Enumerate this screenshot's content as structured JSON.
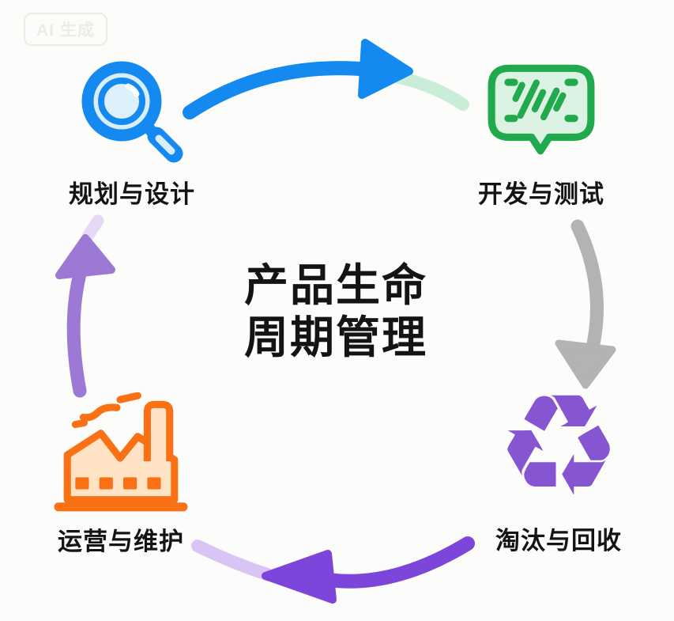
{
  "watermark": {
    "label": "AI 生成"
  },
  "title": {
    "line1": "产品生命",
    "line2": "周期管理"
  },
  "stages": [
    {
      "id": "planning-design",
      "label": "规划与设计",
      "icon": "magnifier-icon",
      "accent": "#1489f0",
      "fill": "#d9eefc"
    },
    {
      "id": "develop-test",
      "label": "开发与测试",
      "icon": "code-review-bubble-icon",
      "accent": "#21a94d",
      "fill": "#dcf2e2"
    },
    {
      "id": "retire-recycle",
      "label": "淘汰与回收",
      "icon": "recycle-icon",
      "accent": "#8655d2",
      "glyph": "♻"
    },
    {
      "id": "operate-maintain",
      "label": "运营与维护",
      "icon": "factory-icon",
      "accent": "#f97114",
      "fill": "#ffe3c4"
    }
  ],
  "arrows": [
    {
      "name": "planning-to-development",
      "color": "#1489f0",
      "tail_color": "#c9edd6"
    },
    {
      "name": "development-to-recycling",
      "color": "#b3b3b3"
    },
    {
      "name": "recycling-to-operations",
      "color": "#7d46da",
      "tail_color": "#d9c4f4"
    },
    {
      "name": "operations-to-planning",
      "color": "#9d79d6",
      "tail_color": "#e6d9f8"
    }
  ],
  "colors": {
    "background": "#fcfcfa",
    "text": "#141414"
  }
}
